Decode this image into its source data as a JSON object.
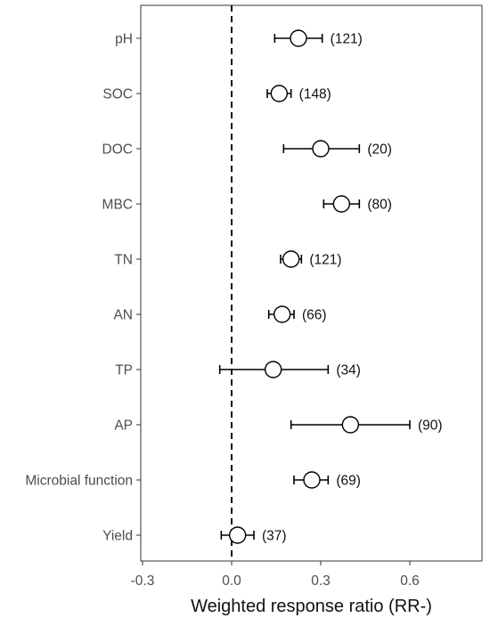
{
  "chart_data": {
    "type": "scatter",
    "subtype": "forest-plot",
    "title": "",
    "xlabel": "Weighted response ratio (RR-)",
    "ylabel": "",
    "xlim": [
      -0.3,
      0.85
    ],
    "x_ticks": [
      -0.3,
      0.0,
      0.3,
      0.6
    ],
    "x_tick_labels": [
      "-0.3",
      "0.0",
      "0.3",
      "0.6"
    ],
    "reference_line": {
      "x": 0,
      "style": "dashed"
    },
    "grid": false,
    "legend": "none",
    "categories": [
      "pH",
      "SOC",
      "DOC",
      "MBC",
      "TN",
      "AN",
      "TP",
      "AP",
      "Microbial function",
      "Yield"
    ],
    "estimates": [
      0.225,
      0.16,
      0.3,
      0.37,
      0.2,
      0.17,
      0.14,
      0.4,
      0.27,
      0.02
    ],
    "ci_low": [
      0.145,
      0.12,
      0.175,
      0.31,
      0.165,
      0.125,
      -0.04,
      0.2,
      0.21,
      -0.035
    ],
    "ci_high": [
      0.305,
      0.2,
      0.43,
      0.43,
      0.235,
      0.21,
      0.325,
      0.6,
      0.325,
      0.075
    ],
    "n_labels": [
      "(121)",
      "(148)",
      "(20)",
      "(80)",
      "(121)",
      "(66)",
      "(34)",
      "(90)",
      "(69)",
      "(37)"
    ],
    "colors": {
      "marker": "#000000",
      "text": "#4d4d4d",
      "axis": "#333333"
    }
  }
}
